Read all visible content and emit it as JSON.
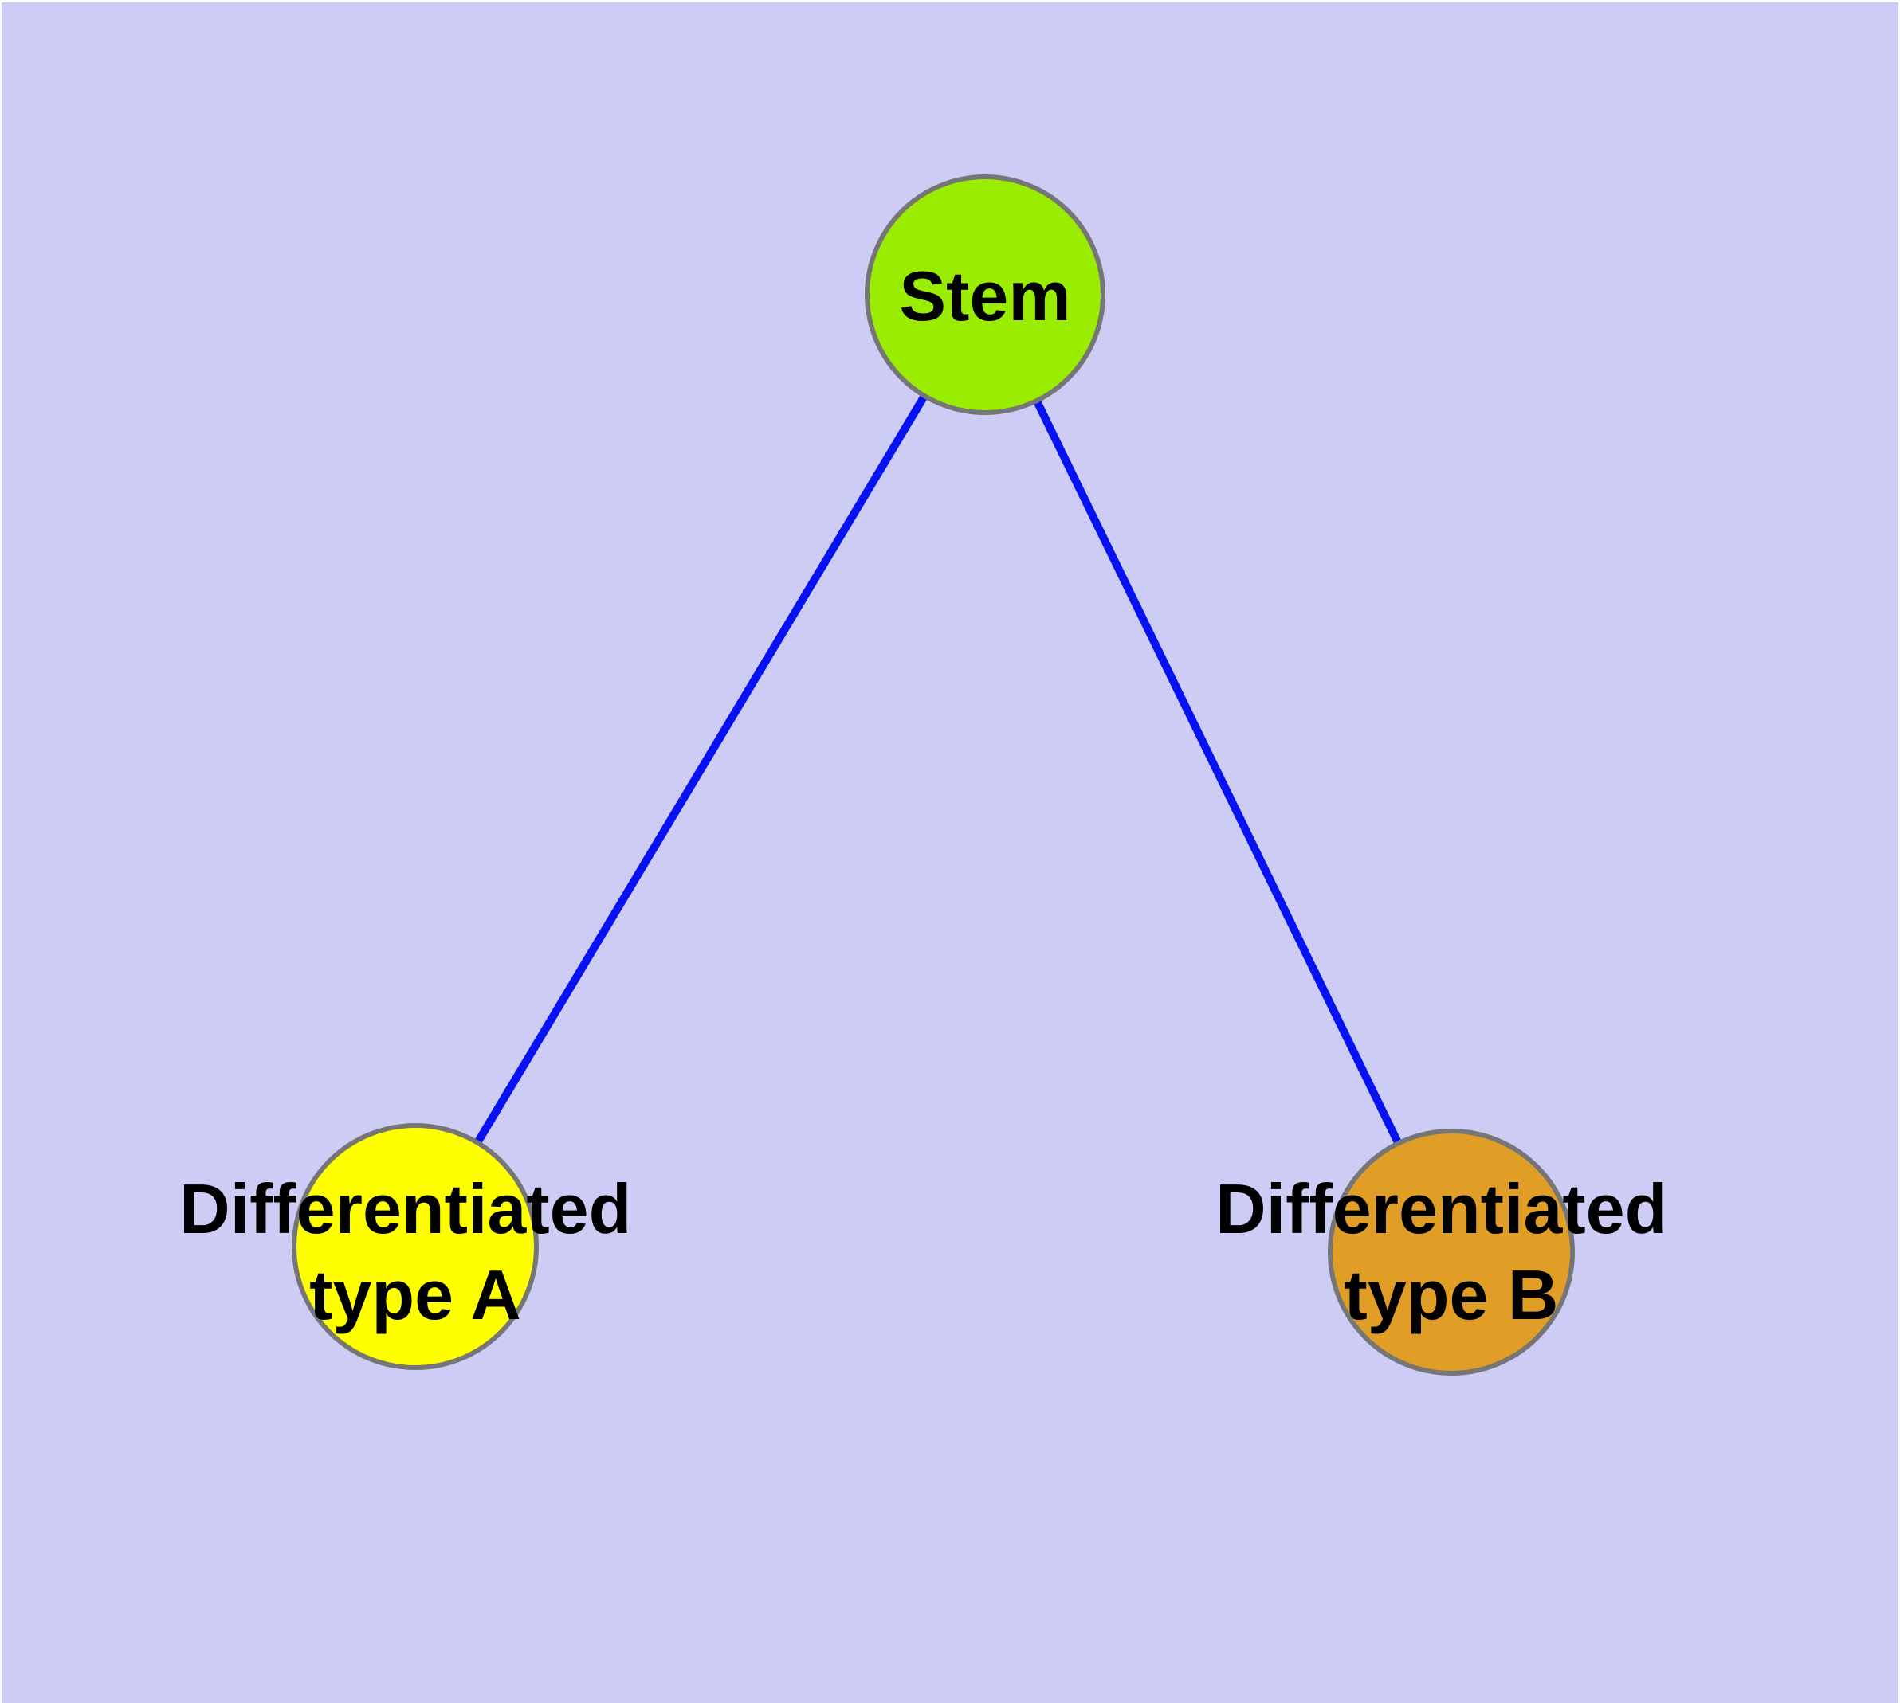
{
  "diagram": {
    "background_color": "#CCCCF4",
    "margin_color": "#FFFFFF",
    "edge_color": "#0712F2",
    "node_border_color": "#767676",
    "label_color": "#000000",
    "nodes": [
      {
        "id": "stem",
        "label": "Stem",
        "line1": "Stem",
        "color": "#9AEC00"
      },
      {
        "id": "differentiated-type-a",
        "label": "Differentiated type A",
        "line1": "Differentiated",
        "line2": "type A",
        "color": "#FFFF00"
      },
      {
        "id": "differentiated-type-b",
        "label": "Differentiated type B",
        "line1": "Differentiated",
        "line2": "type B",
        "color": "#E09E26"
      }
    ],
    "edges": [
      {
        "from": "Stem",
        "to": "Differentiated type A"
      },
      {
        "from": "Stem",
        "to": "Differentiated type B"
      }
    ]
  }
}
